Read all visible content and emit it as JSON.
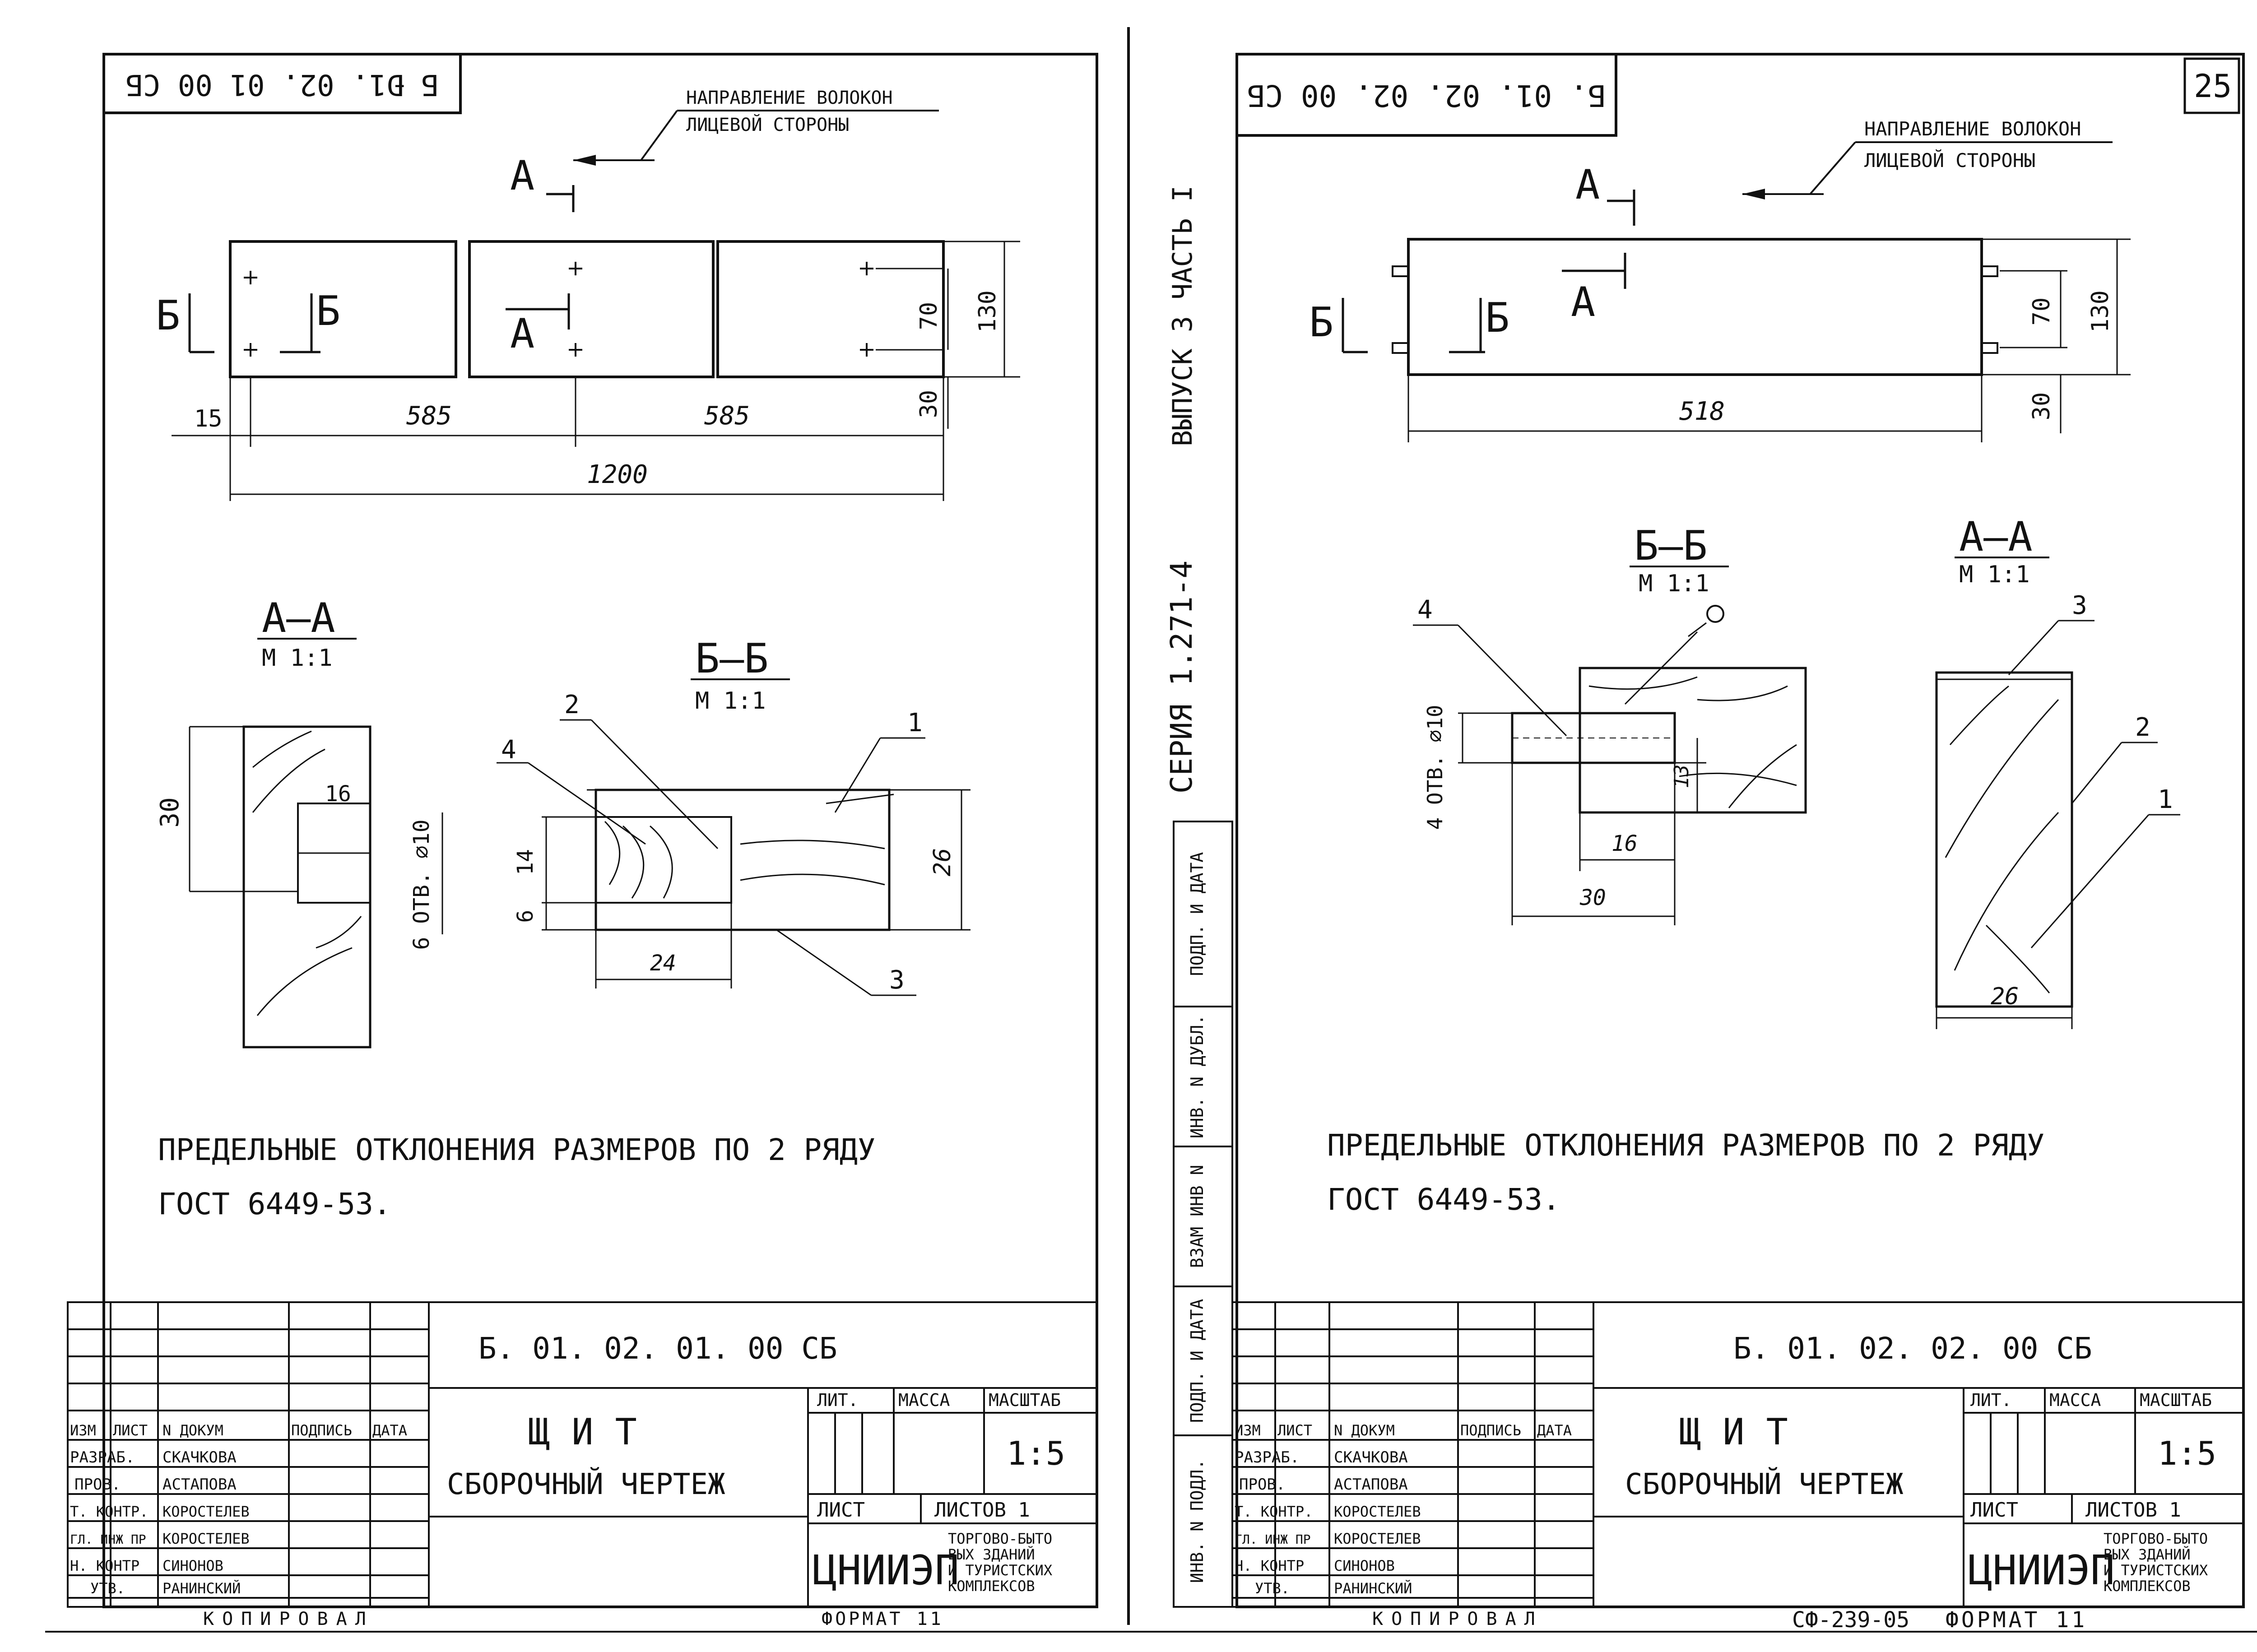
{
  "left_sheet": {
    "stamp_top": "Б Ð1. 02. 01 00 СБ",
    "fiber_label_1": "НАПРАВЛЕНИЕ ВОЛОКОН",
    "fiber_label_2": "ЛИЦЕВОЙ СТОРОНЫ",
    "section_a": "А",
    "section_b": "Б",
    "dim_15": "15",
    "dim_585_a": "585",
    "dim_585_b": "585",
    "dim_1200": "1200",
    "dim_70": "70",
    "dim_130": "130",
    "dim_30": "30",
    "aa_title": "А—А",
    "aa_scale": "М 1:1",
    "aa_dim_30": "30",
    "aa_dim_16": "16",
    "aa_holes": "6 ОТВ. ⌀10",
    "bb_title": "Б—Б",
    "bb_scale": "М 1:1",
    "bb_dim_14": "14",
    "bb_dim_6": "6",
    "bb_dim_24": "24",
    "bb_dim_26": "26",
    "callout_1": "1",
    "callout_2": "2",
    "callout_3": "3",
    "callout_4": "4",
    "note_1": "ПРЕДЕЛЬНЫЕ ОТКЛОНЕНИЯ РАЗМЕРОВ ПО 2 РЯДУ",
    "note_2": "ГОСТ 6449-53.",
    "doc_code": "Б. 01. 02. 01. 00 СБ",
    "title_1": "Щ И Т",
    "title_2": "СБОРОЧНЫЙ ЧЕРТЕЖ",
    "scale": "1:5",
    "sheets": "ЛИСТОВ 1"
  },
  "right_sheet": {
    "page_no": "25",
    "stamp_top": "Б. 01. 02. 02. 00 СБ",
    "fiber_label_1": "НАПРАВЛЕНИЕ ВОЛОКОН",
    "fiber_label_2": "ЛИЦЕВОЙ СТОРОНЫ",
    "section_a": "А",
    "section_b": "Б",
    "dim_518": "518",
    "dim_70": "70",
    "dim_130": "130",
    "dim_30": "30",
    "bb_title": "Б—Б",
    "bb_scale": "М 1:1",
    "bb_holes": "4 ОТВ. ⌀10",
    "bb_dim_13": "13",
    "bb_dim_16": "16",
    "bb_dim_30": "30",
    "aa_title": "А—А",
    "aa_scale": "М 1:1",
    "aa_dim_26": "26",
    "callout_1": "1",
    "callout_2": "2",
    "callout_3": "3",
    "callout_4": "4",
    "note_1": "ПРЕДЕЛЬНЫЕ ОТКЛОНЕНИЯ РАЗМЕРОВ ПО 2 РЯДУ",
    "note_2": "ГОСТ 6449-53.",
    "doc_code": "Б. 01. 02. 02. 00 СБ",
    "title_1": "Щ И Т",
    "title_2": "СБОРОЧНЫЙ ЧЕРТЕЖ",
    "scale": "1:5",
    "sheets": "ЛИСТОВ 1"
  },
  "side_strip": {
    "issue": "ВЫПУСК 3 ЧАСТЬ I",
    "series": "СЕРИЯ 1.271-4",
    "cells": [
      "ПОДП. И ДАТА",
      "ИНВ. N ДУБЛ.",
      "ВЗАМ ИНВ N",
      "ПОДП. И ДАТА",
      "ИНВ. N ПОДЛ."
    ]
  },
  "title_block": {
    "header": [
      "ИЗМ",
      "ЛИСТ",
      "N ДОКУМ",
      "ПОДПИСЬ",
      "ДАТА"
    ],
    "rows_left": [
      [
        "РАЗРАБ.",
        "СКАЧКОВА"
      ],
      [
        "ПРОВ.",
        "АСТАПОВА"
      ],
      [
        "Т. КОНТР.",
        "КОРОСТЕЛЕВ"
      ],
      [
        "ГЛ. ИНЖ ПР",
        "КОРОСТЕЛЕВ"
      ],
      [
        "Н. КОНТР",
        "СИНОНОВ"
      ],
      [
        "УТВ.",
        "РАНИНСКИЙ"
      ]
    ],
    "lit": "ЛИТ.",
    "mass": "МАССА",
    "scale_label": "МАСШТАБ",
    "sheet_label": "ЛИСТ",
    "org": "ЦНИИЭП",
    "org_desc": [
      "ТОРГОВО-БЫТО",
      "ВЫХ ЗДАНИЙ",
      "И ТУРИСТСКИХ",
      "КОМПЛЕКСОВ"
    ]
  },
  "footer": {
    "copied": "КОПИРОВАЛ",
    "format_left": "ФОРМАТ 11",
    "code_right": "СФ-239-05",
    "format_right": "ФОРМАТ 11"
  }
}
